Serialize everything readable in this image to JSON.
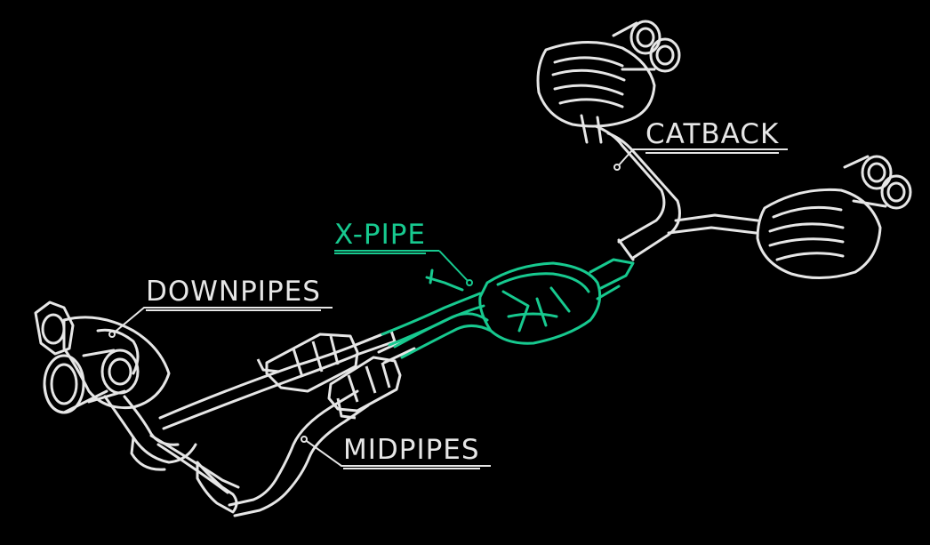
{
  "labels": {
    "catback": "CATBACK",
    "xpipe": "X-PIPE",
    "downpipes": "DOWNPIPES",
    "midpipes": "MIDPIPES"
  },
  "colors": {
    "background": "#000000",
    "outline": "#e6e6e6",
    "highlight": "#17c98f"
  },
  "highlighted_section": "X-PIPE"
}
